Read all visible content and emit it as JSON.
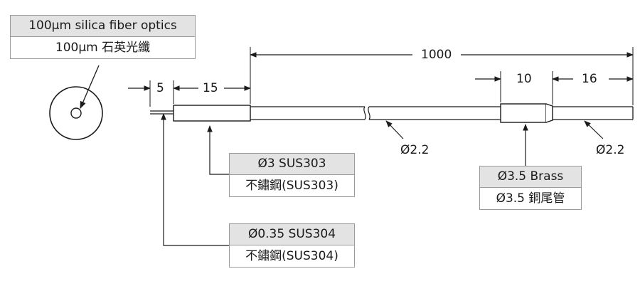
{
  "fiber": {
    "title_en": "100µm silica fiber optics",
    "title_zh": "100µm 石英光纖"
  },
  "dimensions": {
    "total_length": "1000",
    "exposed_fiber": "5",
    "tip_tube_length": "15",
    "ferrule_length": "10",
    "end_length": "16",
    "jacket_diameter_mid": "Ø2.2",
    "jacket_diameter_end": "Ø2.2"
  },
  "callouts": {
    "sus303": {
      "en": "Ø3   SUS303",
      "zh": "不鏽鋼(SUS303)"
    },
    "sus304": {
      "en": "Ø0.35 SUS304",
      "zh": "不鏽鋼(SUS304)"
    },
    "brass": {
      "en": "Ø3.5 Brass",
      "zh": "Ø3.5 銅尾管"
    }
  },
  "colors": {
    "line": "#1a1a1a",
    "label_header_bg": "#e3e3e3",
    "label_border": "#9a9a9a"
  }
}
